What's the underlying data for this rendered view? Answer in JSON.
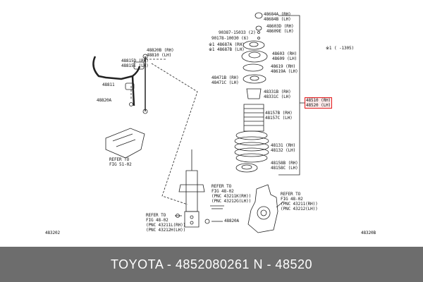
{
  "colors": {
    "highlight": "#e31a1c",
    "footer_bg": "#6d6d6d",
    "line": "#222222"
  },
  "labels": {
    "p48684": "48684A (RH)",
    "p48684b": "48684B (LH)",
    "p48603": "48603D (RH)",
    "p48609": "48609E (LH)",
    "p90387": "90387-15033 (2)",
    "p90178": "90178-10030 (6)",
    "p48687a": "※1 48687A (RH)",
    "p48687b": "※1 48687B (LH)",
    "p48603c": "48603 (RH)",
    "p48609c": "48609 (LH)",
    "p48619": "48619 (RH)",
    "p48619a": "48619A (LH)",
    "p48471": "48471B (RH)",
    "p48471c": "48471C (LH)",
    "p48331": "48331B (RH)",
    "p48331c": "48331C (LH)",
    "p48157": "48157B (RH)",
    "p48157c": "48157C (LH)",
    "p48131": "48131 (RH)",
    "p48132": "48132 (LH)",
    "p48158": "48158B (RH)",
    "p48158c": "48158C (LH)",
    "p48820b": "48820B (RH)",
    "p48810": "48810 (LH)",
    "p48815d": "48815D (RH)",
    "p48815e": "48815E (LH)",
    "p48811": "48811",
    "p48820a": "48820A",
    "p48820a2": "48820A",
    "note1": "※1 (  -1305)",
    "ref1_a": "REFER TO",
    "ref1_b": "FIG 51-02",
    "ref2_a": "REFER TO",
    "ref2_b": "FIG 48-02",
    "ref2_c": "(PNC 43211K(RH))",
    "ref2_d": "(PNC 43212G(LH))",
    "ref3_a": "REFER TO",
    "ref3_b": "FIG 48-02",
    "ref3_c": "(PNC 43211(RH))",
    "ref3_d": "(PNC 43212(LH))",
    "ref4_a": "REFER TO",
    "ref4_b": "FIG 48-02",
    "ref4_c": "(PNC 43211L(RH))",
    "ref4_d": "(PNC 43212H(LH))",
    "code_left": "483202",
    "code_right": "48320B"
  },
  "highlight": {
    "line1": "48510 (RH)",
    "line2": "48520 (LH)"
  },
  "footer": {
    "text": "TOYOTA - 4852080261      N - 48520"
  }
}
